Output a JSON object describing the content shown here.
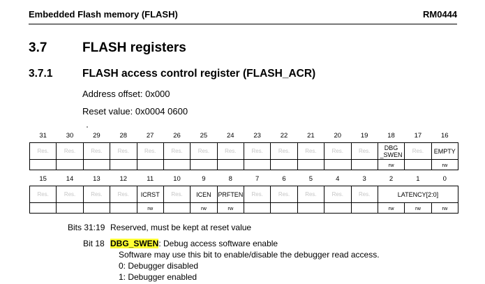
{
  "header": {
    "left": "Embedded Flash memory (FLASH)",
    "right": "RM0444"
  },
  "section": {
    "number": "3.7",
    "title": "FLASH registers"
  },
  "subsection": {
    "number": "3.7.1",
    "title": "FLASH access control register (FLASH_ACR)"
  },
  "address_offset": "Address offset: 0x000",
  "reset_value": "Reset value: 0x0004 0600",
  "reserved_label": "Res.",
  "access_rw": "rw",
  "upper": {
    "bits": [
      "31",
      "30",
      "29",
      "28",
      "27",
      "26",
      "25",
      "24",
      "23",
      "22",
      "21",
      "20",
      "19",
      "18",
      "17",
      "16"
    ],
    "dbg_swen": [
      "DBG",
      "_SWEN"
    ],
    "empty": "EMPTY"
  },
  "lower": {
    "bits": [
      "15",
      "14",
      "13",
      "12",
      "11",
      "10",
      "9",
      "8",
      "7",
      "6",
      "5",
      "4",
      "3",
      "2",
      "1",
      "0"
    ],
    "icrst": "ICRST",
    "icen": "ICEN",
    "prften": "PRFTEN",
    "latency": "LATENCY[2:0]"
  },
  "descriptions": {
    "bits_31_19": {
      "label": "Bits 31:19",
      "text": "Reserved, must be kept at reset value"
    },
    "bit_18": {
      "label": "Bit 18",
      "name": "DBG_SWEN",
      "title": ": Debug access software enable",
      "line1": "Software may use this bit to enable/disable the debugger read access.",
      "line2": "0: Debugger disabled",
      "line3": "1: Debugger enabled"
    }
  }
}
